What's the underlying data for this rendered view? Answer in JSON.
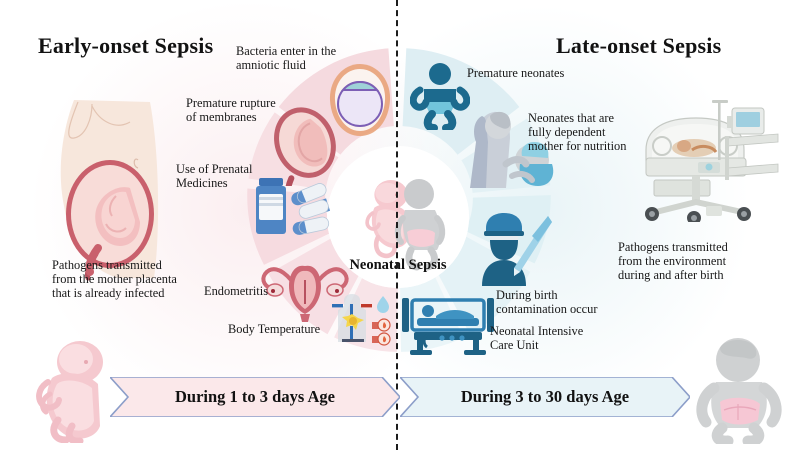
{
  "figure": {
    "center_label": "Neonatal Sepsis",
    "divider": "dashed-vertical-divider"
  },
  "left_panel": {
    "title": "Early-onset Sepsis",
    "accent_color": "#f6dee1",
    "banner": {
      "label": "During 1 to 3 days Age",
      "fill": "#fbe8ea",
      "stroke": "#8c9ec9"
    },
    "labels": [
      {
        "id": "bacteria-amniotic",
        "text": "Bacteria enter in the\namniotic fluid"
      },
      {
        "id": "premature-rupture",
        "text": "Premature rupture\nof membranes"
      },
      {
        "id": "prenatal-medicines",
        "text": "Use of Prenatal\nMedicines"
      },
      {
        "id": "pathogens-placenta",
        "text": "Pathogens transmitted\nfrom the mother placenta\nthat is already infected"
      },
      {
        "id": "endometritis",
        "text": "Endometritis"
      },
      {
        "id": "body-temperature",
        "text": "Body Temperature"
      }
    ],
    "illustrations": [
      {
        "id": "pregnant-abdomen-illustration",
        "alt": "pregnant woman abdomen cross section"
      },
      {
        "id": "amniotic-sac-illustration",
        "alt": "amniotic sac"
      },
      {
        "id": "uterus-fetus-illustration",
        "alt": "uterus with fetus"
      },
      {
        "id": "pill-bottle-illustration",
        "alt": "pill bottle and capsules"
      },
      {
        "id": "uterus-illustration",
        "alt": "uterus and ovaries"
      },
      {
        "id": "thermoregulation-illustration",
        "alt": "body temperature diagram"
      },
      {
        "id": "fetus-illustration",
        "alt": "pink fetus"
      }
    ]
  },
  "right_panel": {
    "title": "Late-onset Sepsis",
    "accent_color": "#dff0f4",
    "banner": {
      "label": "During 3 to 30 days Age",
      "fill": "#e6f2f6",
      "stroke": "#8c9ec9"
    },
    "labels": [
      {
        "id": "premature-neonates",
        "text": "Premature neonates"
      },
      {
        "id": "fully-dependent-mother",
        "text": "Neonates that are\nfully dependent\nmother for nutrition"
      },
      {
        "id": "pathogens-environment",
        "text": "Pathogens transmitted\nfrom the environment\nduring and after birth"
      },
      {
        "id": "during-birth-contamination",
        "text": "During birth\ncontamination occur"
      },
      {
        "id": "nicu",
        "text": "Neonatal Intensive\nCare Unit"
      }
    ],
    "illustrations": [
      {
        "id": "baby-icon",
        "alt": "premature neonate icon"
      },
      {
        "id": "breastfeeding-illustration",
        "alt": "mother breastfeeding baby"
      },
      {
        "id": "surgeon-icon",
        "alt": "doctor with scalpel"
      },
      {
        "id": "incubator-icon",
        "alt": "neonatal incubator bed icon"
      },
      {
        "id": "incubator-device-illustration",
        "alt": "neonatal incubator equipment"
      },
      {
        "id": "baby-illustration",
        "alt": "gray baby with pink diaper"
      }
    ]
  },
  "colors": {
    "pink_wedge": "#f8e3e6",
    "pink_wedge_deep": "#f4d7dc",
    "blue_wedge": "#e3f1f5",
    "blue_wedge_deep": "#d7eaf1",
    "icon_blue_dark": "#236182",
    "icon_blue": "#2b7fb0",
    "text": "#181818",
    "divider": "#1c1c1c"
  }
}
